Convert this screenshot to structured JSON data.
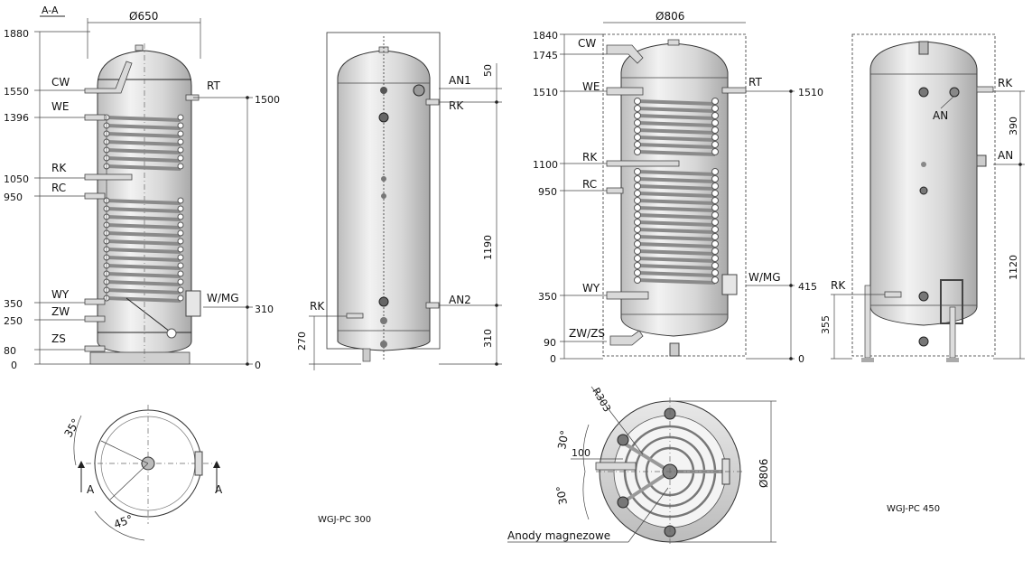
{
  "left": {
    "section": "A-A",
    "diameter": "Ø650",
    "dims": [
      "1880",
      "1550",
      "1396",
      "1050",
      "950",
      "350",
      "250",
      "80",
      "0"
    ],
    "labels": {
      "cw": "CW",
      "we": "WE",
      "rk": "RK",
      "rc": "RC",
      "wy": "WY",
      "zw": "ZW",
      "zs": "ZS",
      "rt": "RT",
      "wmg": "W/MG"
    },
    "right_dims": {
      "d1500": "1500",
      "d310": "310",
      "d0": "0"
    },
    "side": {
      "an1": "AN1",
      "rk": "RK",
      "an2": "AN2",
      "rk2": "RK",
      "d50": "50",
      "d1190": "1190",
      "d310": "310",
      "d270": "270"
    },
    "top_view": {
      "a35": "35°",
      "a45": "45°",
      "secA": "A",
      "secA2": "A"
    },
    "model": "WGJ-PC 300"
  },
  "right": {
    "diameter": "Ø806",
    "dims": [
      "1840",
      "1745",
      "1510",
      "1100",
      "950",
      "350",
      "90",
      "0"
    ],
    "labels": {
      "cw": "CW",
      "we": "WE",
      "rk": "RK",
      "rc": "RC",
      "wy": "WY",
      "zwzs": "ZW/ZS",
      "rt": "RT",
      "wmg": "W/MG"
    },
    "right_dims": {
      "d1510": "1510",
      "d415": "415",
      "d0": "0"
    },
    "side": {
      "rk": "RK",
      "an": "AN",
      "an2": "AN",
      "d390": "390",
      "d1120": "1120",
      "d355": "355",
      "rk2": "RK"
    },
    "top_view": {
      "r303": "R303",
      "a30": "30°",
      "a30b": "30°",
      "d100": "100",
      "d806": "Ø806",
      "anodes": "Anody magnezowe"
    },
    "model": "WGJ-PC 450"
  }
}
